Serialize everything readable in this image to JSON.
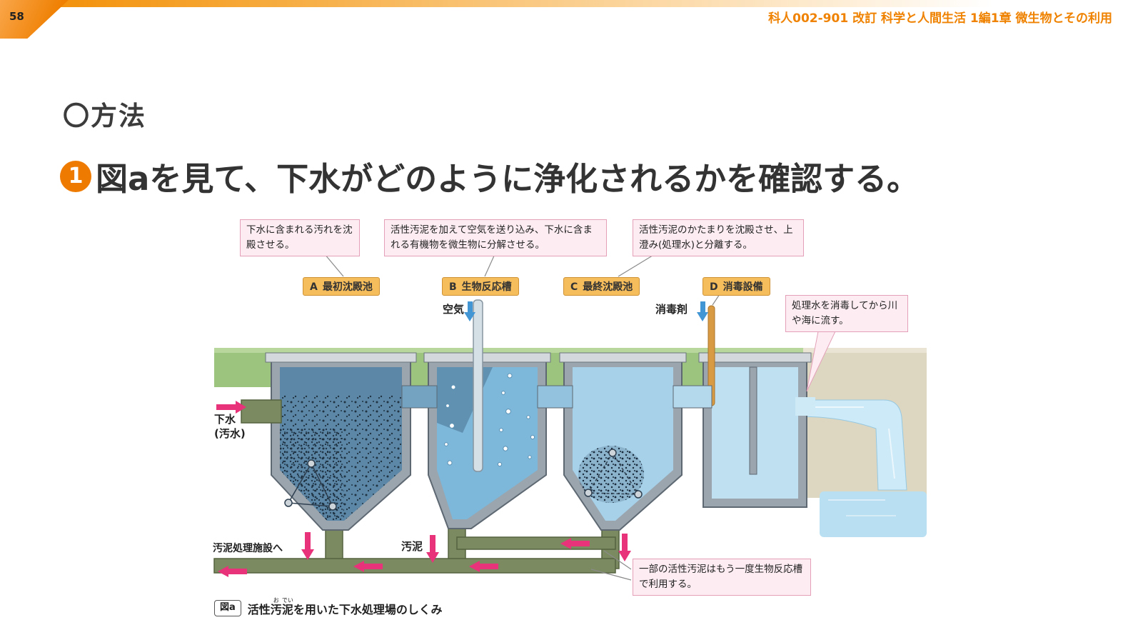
{
  "page": {
    "number": "58",
    "header_title": "科人002-901 改訂 科学と人間生活 1編1章 微生物とその利用"
  },
  "content": {
    "section_title": "〇方法",
    "step_marker": "1",
    "step_text": "図aを見て、下水がどのように浄化されるかを確認する。"
  },
  "diagram": {
    "callouts": {
      "primary_settling": "下水に含まれる汚れを沈殿させる。",
      "bioreactor": "活性汚泥を加えて空気を送り込み、下水に含まれる有機物を微生物に分解させる。",
      "final_settling": "活性汚泥のかたまりを沈殿させ、上澄み(処理水)と分離する。",
      "discharge": "処理水を消毒してから川や海に流す。",
      "sludge_return": "一部の活性汚泥はもう一度生物反応槽で利用する。"
    },
    "stage_labels": [
      {
        "letter": "A",
        "name": "最初沈殿池"
      },
      {
        "letter": "B",
        "name": "生物反応槽"
      },
      {
        "letter": "C",
        "name": "最終沈殿池"
      },
      {
        "letter": "D",
        "name": "消毒設備"
      }
    ],
    "flow_labels": {
      "air": "空気",
      "disinfectant": "消毒剤",
      "inflow": "下水\n(汚水)",
      "to_sludge_facility": "汚泥処理施設へ",
      "sludge": "汚泥"
    },
    "caption": {
      "tag": "図a",
      "pre": "活性",
      "ruby": [
        {
          "base": "汚",
          "rt": "お"
        },
        {
          "base": "泥",
          "rt": "でい"
        }
      ],
      "post": "を用いた下水処理場のしくみ"
    }
  },
  "colors": {
    "accent_orange": "#ef8200",
    "stage_label_bg": "#f6bd5c",
    "callout_bg": "#fdedf3",
    "callout_border": "#e3a0b8",
    "flow_arrow_pink": "#e8337a",
    "dosing_arrow_blue": "#4396d4",
    "grass_green": "#9cc47e",
    "pipe_olive": "#7b8a60",
    "water_dark": "#5d87a7",
    "water_light": "#bfe0f1"
  }
}
